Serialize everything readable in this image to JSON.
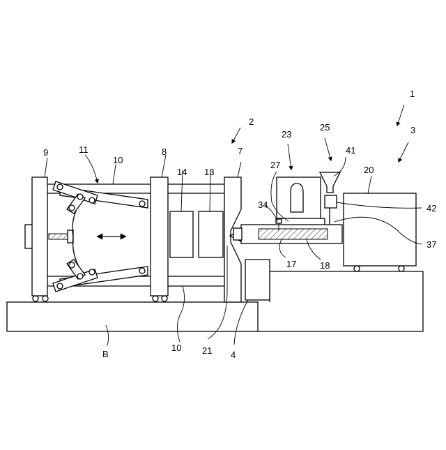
{
  "figure": {
    "reference_numerals": {
      "n1": "1",
      "n2": "2",
      "n3": "3",
      "n4": "4",
      "n7": "7",
      "n8": "8",
      "n9": "9",
      "n10_top": "10",
      "n10_bottom": "10",
      "n11": "11",
      "n13": "13",
      "n14": "14",
      "n17": "17",
      "n18": "18",
      "n20": "20",
      "n21": "21",
      "n23": "23",
      "n25": "25",
      "n27": "27",
      "n34": "34",
      "n37": "37",
      "n41": "41",
      "n42": "42",
      "base": "B"
    }
  }
}
